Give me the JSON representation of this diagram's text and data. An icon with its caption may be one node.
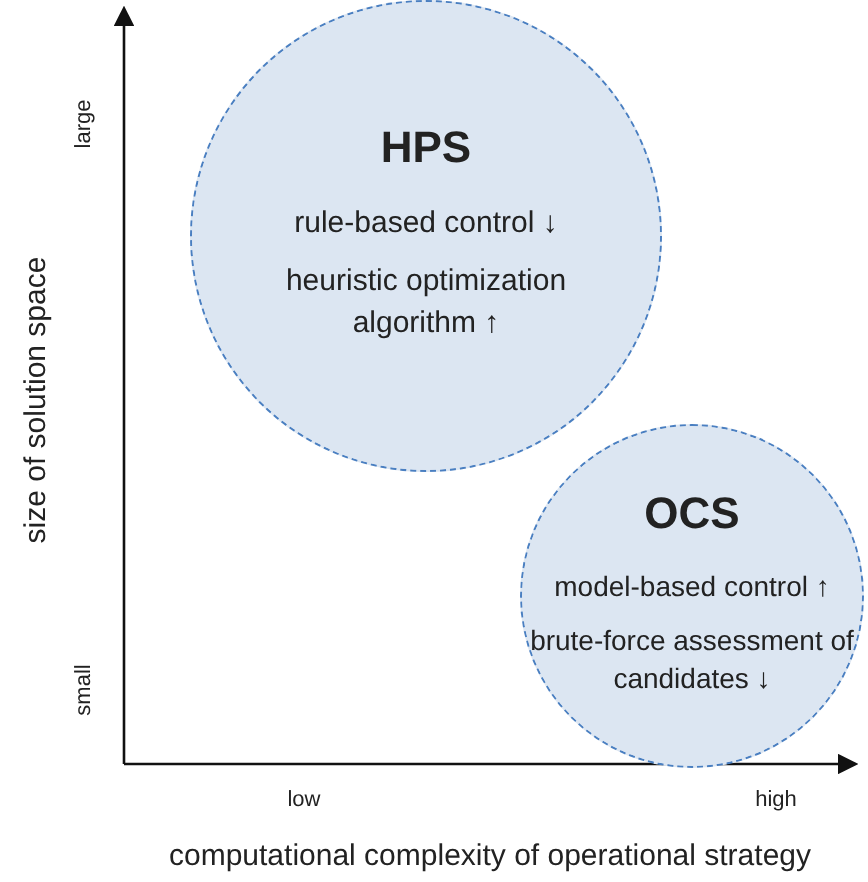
{
  "diagram": {
    "nodes": [
      {
        "text": [
          "HPS",
          "rule-based control ↓",
          "heuristic optimization algorithm ↑"
        ]
      },
      {
        "text": [
          "OCS",
          "model-based control ↑",
          "brute-force assessment of candidates ↓"
        ]
      }
    ],
    "labels": [
      "size of solution space",
      "large",
      "small",
      "low",
      "high",
      "computational complexity of operational strategy"
    ]
  }
}
